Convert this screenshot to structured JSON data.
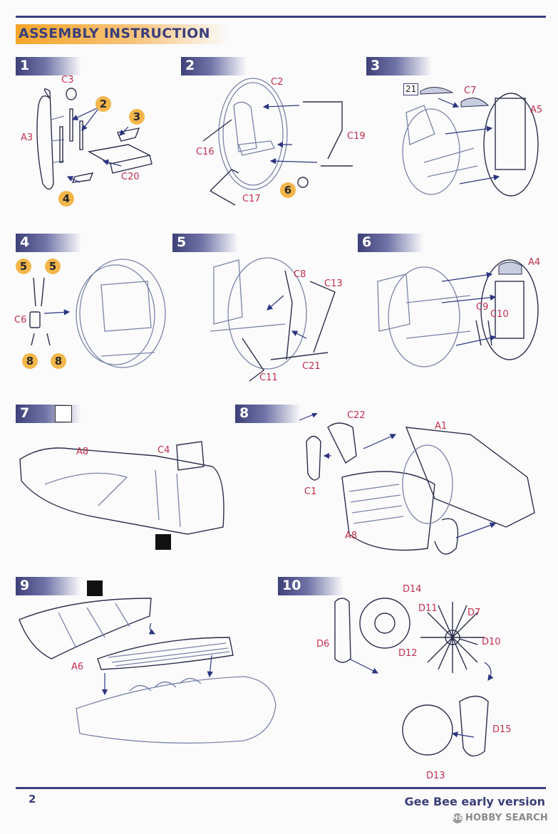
{
  "header": {
    "title": "ASSEMBLY INSTRUCTION"
  },
  "steps": [
    {
      "number": "1"
    },
    {
      "number": "2"
    },
    {
      "number": "3"
    },
    {
      "number": "4"
    },
    {
      "number": "5"
    },
    {
      "number": "6"
    },
    {
      "number": "7"
    },
    {
      "number": "8"
    },
    {
      "number": "9"
    },
    {
      "number": "10"
    }
  ],
  "step1": {
    "labels": [
      "C3",
      "A3",
      "C20"
    ],
    "bubbles": [
      "2",
      "3",
      "4"
    ]
  },
  "step2": {
    "labels": [
      "C2",
      "C19",
      "C16",
      "C17"
    ],
    "bubbles": [
      "6"
    ]
  },
  "step3": {
    "labels": [
      "C7",
      "A5"
    ],
    "ref_box": "21"
  },
  "step4": {
    "labels": [
      "C6"
    ],
    "bubbles": [
      "5",
      "5",
      "8",
      "8"
    ]
  },
  "step5": {
    "labels": [
      "C8",
      "C13",
      "C21",
      "C11"
    ]
  },
  "step6": {
    "labels": [
      "A4",
      "C9",
      "C10"
    ]
  },
  "step7": {
    "labels": [
      "A8",
      "C4"
    ]
  },
  "step8": {
    "labels": [
      "C22",
      "A1",
      "C1",
      "A8"
    ]
  },
  "step9": {
    "labels": [
      "A6"
    ]
  },
  "step10": {
    "labels": [
      "D14",
      "D11",
      "D7",
      "D6",
      "D10",
      "D12",
      "D15",
      "D13"
    ]
  },
  "footer": {
    "page": "2",
    "title": "Gee Bee early version",
    "watermark": "HOBBY SEARCH",
    "watermark_badge": "HS"
  },
  "colors": {
    "accent": "#3b3f7a",
    "header_band": "#f4a62a",
    "label": "#c2304c",
    "bubble": "#f4b64a"
  }
}
